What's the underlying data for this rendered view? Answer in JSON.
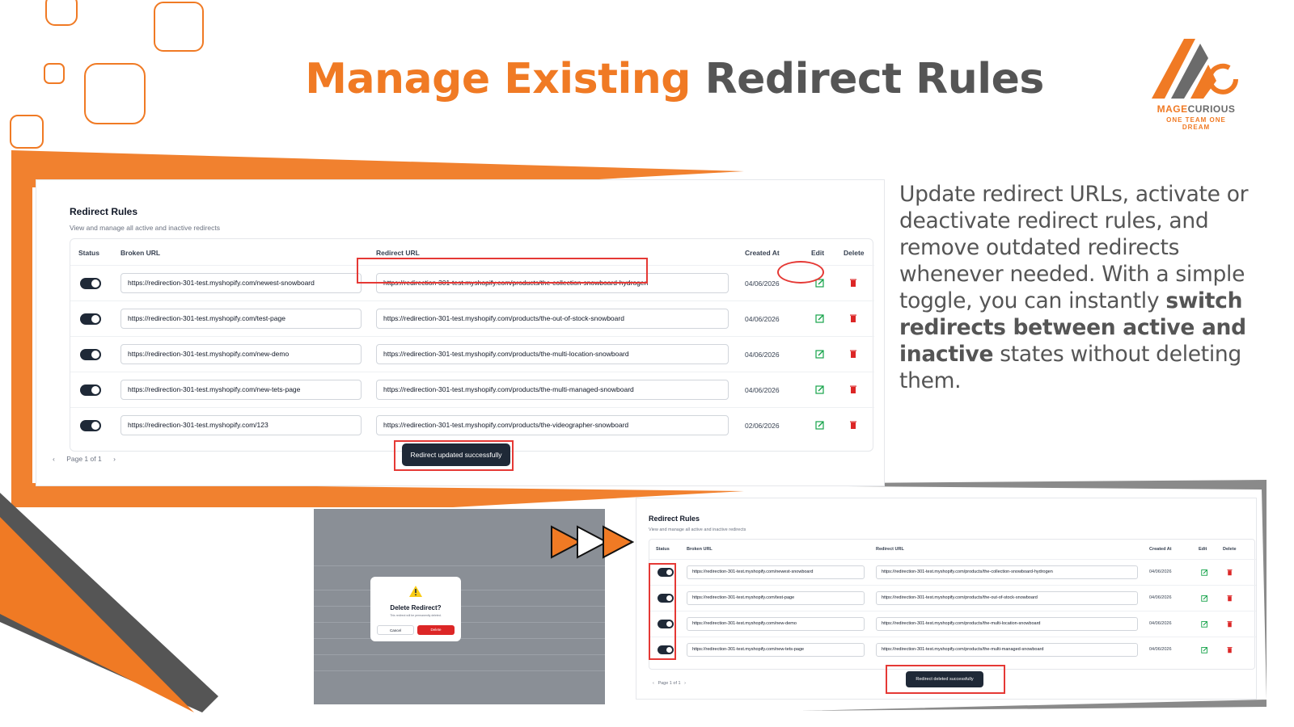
{
  "heading": {
    "part1": "Manage Existing",
    "part2": "Redirect Rules"
  },
  "logo": {
    "name_a": "MAGE",
    "name_b": "CURIOUS",
    "tagline": "ONE TEAM ONE DREAM"
  },
  "description": {
    "text1": "Update redirect URLs, activate or deactivate redirect rules, and remove outdated redirects whenever needed. With a simple toggle, you can instantly ",
    "bold": "switch redirects between active and inactive",
    "text2": " states without deleting them."
  },
  "colors": {
    "accent": "#f07a24",
    "dark": "#1f2937",
    "danger": "#dc2626",
    "edit": "#16a34a"
  },
  "main": {
    "title": "Redirect Rules",
    "subtitle": "View and manage all active and inactive redirects",
    "columns": {
      "status": "Status",
      "broken": "Broken URL",
      "redirect": "Redirect URL",
      "created": "Created At",
      "edit": "Edit",
      "delete": "Delete"
    },
    "rows": [
      {
        "broken": "https://redirection-301-test.myshopify.com/newest-snowboard",
        "redirect": "https://redirection-301-test.myshopify.com/products/the-collection-snowboard-hydrogen",
        "date": "04/06/2026",
        "active": true
      },
      {
        "broken": "https://redirection-301-test.myshopify.com/test-page",
        "redirect": "https://redirection-301-test.myshopify.com/products/the-out-of-stock-snowboard",
        "date": "04/06/2026",
        "active": true
      },
      {
        "broken": "https://redirection-301-test.myshopify.com/new-demo",
        "redirect": "https://redirection-301-test.myshopify.com/products/the-multi-location-snowboard",
        "date": "04/06/2026",
        "active": true
      },
      {
        "broken": "https://redirection-301-test.myshopify.com/new-tets-page",
        "redirect": "https://redirection-301-test.myshopify.com/products/the-multi-managed-snowboard",
        "date": "04/06/2026",
        "active": true
      },
      {
        "broken": "https://redirection-301-test.myshopify.com/123",
        "redirect": "https://redirection-301-test.myshopify.com/products/the-videographer-snowboard",
        "date": "02/06/2026",
        "active": true
      }
    ],
    "pager": {
      "prev": "‹",
      "label": "Page 1 of 1",
      "next": "›"
    },
    "toast": "Redirect updated successfully"
  },
  "modal": {
    "title": "Delete Redirect?",
    "text": "This redirect will be permanently deleted.",
    "cancel": "Cancel",
    "delete": "Delete"
  },
  "second": {
    "title": "Redirect Rules",
    "subtitle": "View and manage all active and inactive redirects",
    "columns": {
      "status": "Status",
      "broken": "Broken URL",
      "redirect": "Redirect URL",
      "created": "Created At",
      "edit": "Edit",
      "delete": "Delete"
    },
    "rows": [
      {
        "broken": "https://redirection-301-test.myshopify.com/newest-snowboard",
        "redirect": "https://redirection-301-test.myshopify.com/products/the-collection-snowboard-hydrogen",
        "date": "04/06/2026"
      },
      {
        "broken": "https://redirection-301-test.myshopify.com/test-page",
        "redirect": "https://redirection-301-test.myshopify.com/products/the-out-of-stock-snowboard",
        "date": "04/06/2026"
      },
      {
        "broken": "https://redirection-301-test.myshopify.com/new-demo",
        "redirect": "https://redirection-301-test.myshopify.com/products/the-multi-location-snowboard",
        "date": "04/06/2026"
      },
      {
        "broken": "https://redirection-301-test.myshopify.com/new-tets-page",
        "redirect": "https://redirection-301-test.myshopify.com/products/the-multi-managed-snowboard",
        "date": "04/06/2026"
      }
    ],
    "pager": {
      "prev": "‹",
      "label": "Page 1 of 1",
      "next": "›"
    },
    "toast": "Redirect deleted successfully"
  }
}
